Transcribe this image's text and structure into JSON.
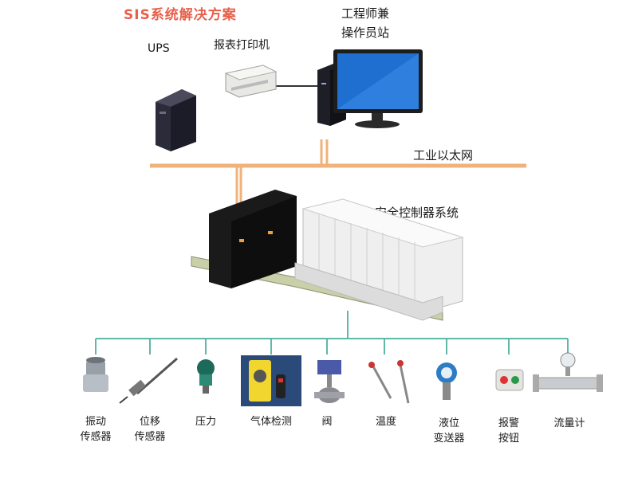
{
  "title": "SIS系统解决方案",
  "top": {
    "ups_label": "UPS",
    "printer_label": "报表打印机",
    "station_line1": "工程师兼",
    "station_line2": "操作员站",
    "network_label": "工业以太网"
  },
  "controller_label": "安全控制器系统",
  "colors": {
    "title": "#e8604a",
    "ethernet": "#f0b27a",
    "field_bus": "#5fb8a8"
  },
  "devices": [
    {
      "line1": "振动",
      "line2": "传感器",
      "icon": "vibration-sensor-icon"
    },
    {
      "line1": "位移",
      "line2": "传感器",
      "icon": "displacement-sensor-icon"
    },
    {
      "line1": "压力",
      "line2": "",
      "icon": "pressure-transmitter-icon"
    },
    {
      "line1": "气体检测",
      "line2": "",
      "icon": "gas-detector-icon"
    },
    {
      "line1": "阀",
      "line2": "",
      "icon": "valve-icon"
    },
    {
      "line1": "温度",
      "line2": "",
      "icon": "temperature-probe-icon"
    },
    {
      "line1": "液位",
      "line2": "变送器",
      "icon": "level-transmitter-icon"
    },
    {
      "line1": "报警",
      "line2": "按钮",
      "icon": "alarm-button-icon"
    },
    {
      "line1": "流量计",
      "line2": "",
      "icon": "flowmeter-icon"
    }
  ]
}
